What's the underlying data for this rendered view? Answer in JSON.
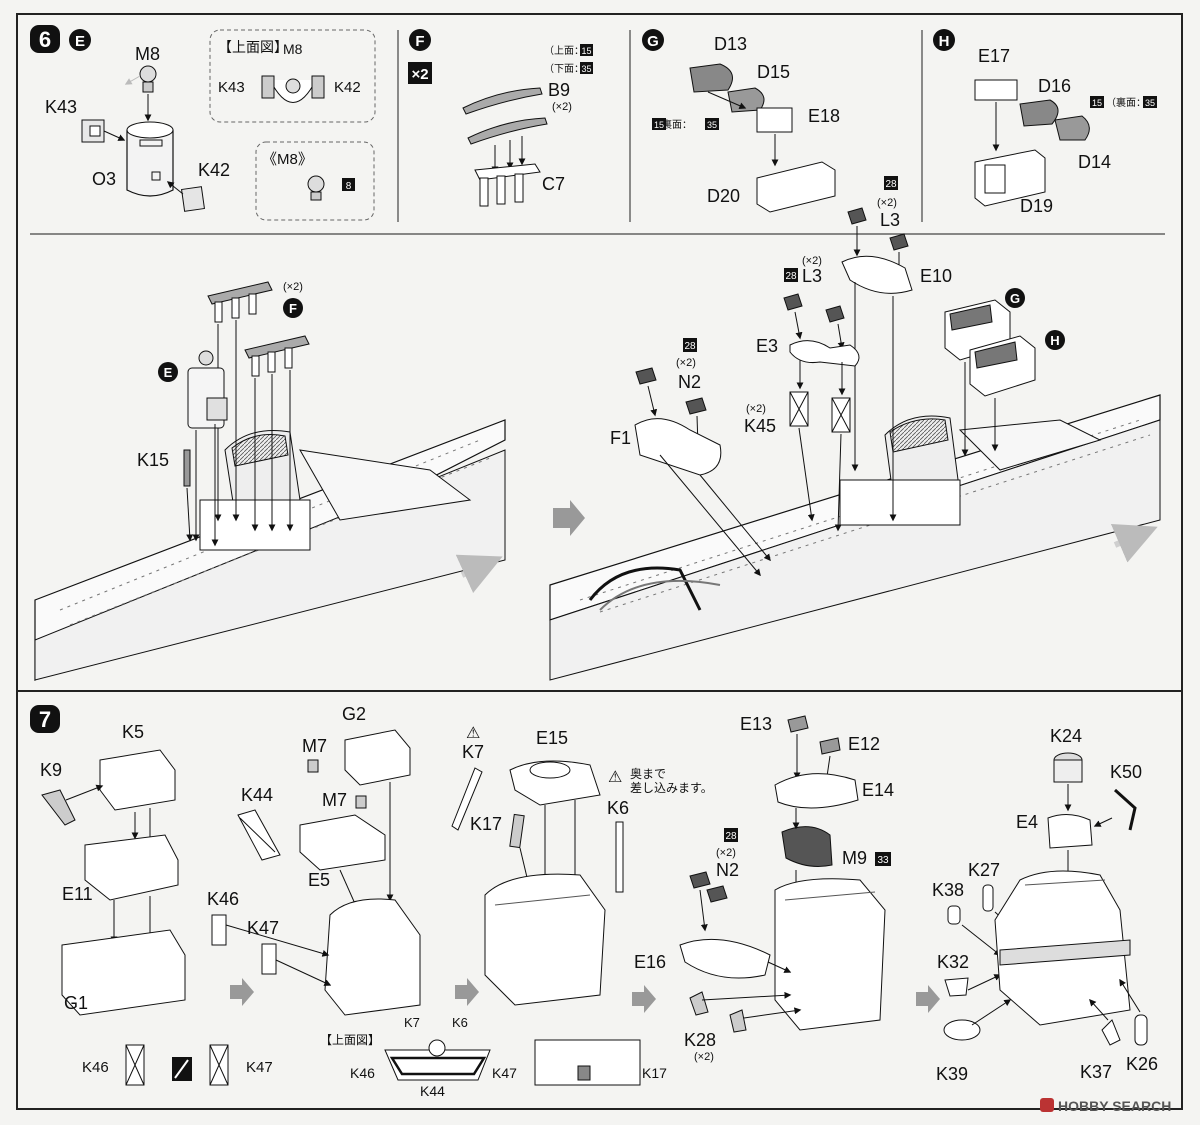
{
  "colors": {
    "ink": "#111111",
    "paper": "#f4f4f2",
    "part_gray": "#9a9a9a",
    "dark_gray": "#444444",
    "arrow_gray": "#bdbdbd"
  },
  "step6": {
    "number": "6",
    "sub_e": {
      "circle": "E",
      "m8": "M8",
      "k43": "K43",
      "o3": "O3",
      "k42": "K42",
      "top_view": {
        "title": "【上面図】",
        "m8": "M8",
        "k43": "K43",
        "k42": "K42"
      },
      "alt": {
        "title": "《M8》",
        "num": "8"
      }
    },
    "sub_f": {
      "circle": "F",
      "x2": "×2",
      "top_note": "（上面：",
      "top_num": "15",
      "bottom_note": "（下面：",
      "bottom_num": "35",
      "b9": "B9",
      "b9_qty": "(×2)",
      "c7": "C7"
    },
    "sub_g": {
      "circle": "G",
      "d13": "D13",
      "d15": "D15",
      "e18": "E18",
      "d20": "D20",
      "note_num1": "15",
      "note_text": "（裏面：",
      "note_num2": "35"
    },
    "sub_h": {
      "circle": "H",
      "e17": "E17",
      "d16": "D16",
      "d14": "D14",
      "d19": "D19",
      "note_num1": "15",
      "note_text": "（裏面：",
      "note_num2": "35"
    },
    "main_left": {
      "f_qty": "(×2)",
      "f_circle": "F",
      "e_circle": "E",
      "k15": "K15"
    },
    "main_right": {
      "l3_num": "28",
      "l3_qty": "(×2)",
      "l3": "L3",
      "l3b_num": "28",
      "l3b_qty": "(×2)",
      "l3b": "L3",
      "e10": "E10",
      "g_circle": "G",
      "h_circle": "H",
      "e3": "E3",
      "n2_num": "28",
      "n2_qty": "(×2)",
      "n2": "N2",
      "f1": "F1",
      "k45_qty": "(×2)",
      "k45": "K45"
    }
  },
  "step7": {
    "number": "7",
    "a": {
      "k5": "K5",
      "k9": "K9",
      "e11": "E11",
      "g1": "G1",
      "k46": "K46",
      "k47": "K47"
    },
    "b": {
      "g2": "G2",
      "m7a": "M7",
      "m7b": "M7",
      "k44": "K44",
      "e5": "E5",
      "k46": "K46",
      "k47": "K47"
    },
    "c": {
      "warn": "⚠",
      "k7": "K7",
      "e15": "E15",
      "note": "奥まで\n差し込みます。",
      "k6": "K6",
      "k17": "K17",
      "top_view": {
        "title": "【上面図】",
        "k7": "K7",
        "k6": "K6",
        "k46": "K46",
        "k47": "K47",
        "k44": "K44",
        "k17": "K17"
      }
    },
    "d": {
      "e13": "E13",
      "e12": "E12",
      "e14": "E14",
      "n2_num": "28",
      "n2_qty": "(×2)",
      "n2": "N2",
      "m9": "M9",
      "m9_num": "33",
      "e16": "E16",
      "k28": "K28",
      "k28_qty": "(×2)"
    },
    "e": {
      "k24": "K24",
      "k50": "K50",
      "e4": "E4",
      "k27": "K27",
      "k38": "K38",
      "k32": "K32",
      "k39": "K39",
      "k37": "K37",
      "k26": "K26"
    }
  },
  "watermark": "HOBBY SEARCH"
}
